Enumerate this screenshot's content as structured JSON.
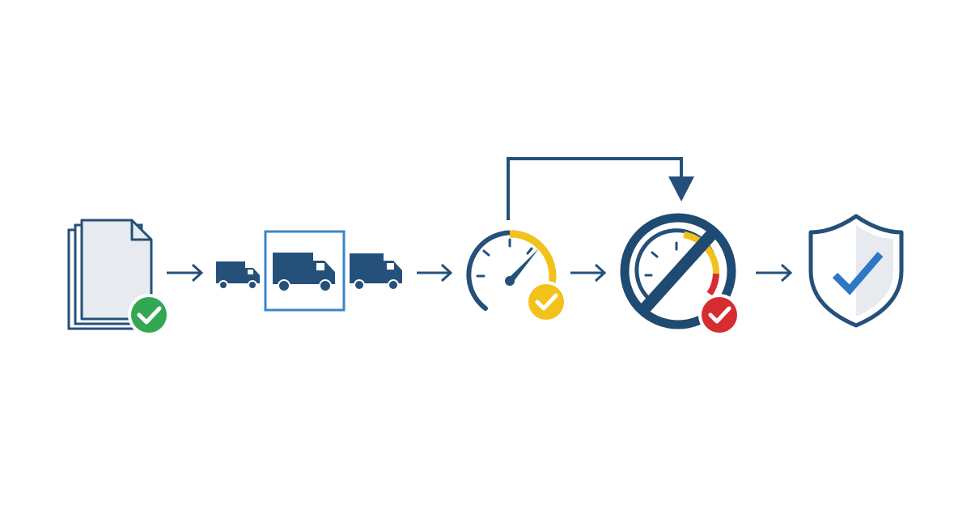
{
  "colors": {
    "navy": "#24507a",
    "navy_dark": "#1f4a72",
    "light_fill": "#e7ebf0",
    "green": "#33a853",
    "yellow": "#f2c21b",
    "red": "#d62d32",
    "frame_blue": "#3a86c8",
    "check_blue": "#2c78c4",
    "white": "#ffffff"
  },
  "flow": {
    "steps": [
      {
        "id": "documents",
        "icon": "stacked-documents-icon",
        "badge": "green-check-badge"
      },
      {
        "id": "trucks",
        "icon": "delivery-trucks-icon",
        "highlight": "framed-middle-truck"
      },
      {
        "id": "speedometer",
        "icon": "speedometer-icon",
        "badge": "yellow-check-badge"
      },
      {
        "id": "prohibited-speedometer",
        "icon": "no-speedometer-icon",
        "badge": "red-check-badge"
      },
      {
        "id": "shield",
        "icon": "shield-check-icon"
      }
    ],
    "connectors": [
      "right-arrow-icon",
      "right-arrow-icon",
      "right-arrow-icon",
      "right-arrow-icon"
    ],
    "feedback_loop": {
      "from": "speedometer",
      "to": "prohibited-speedometer",
      "icon": "down-arrow-icon"
    }
  }
}
